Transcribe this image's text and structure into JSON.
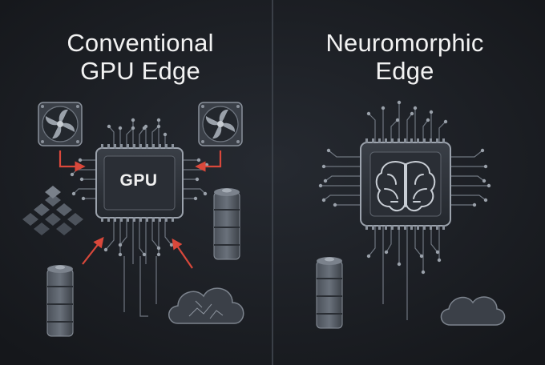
{
  "left_panel": {
    "title_line1": "Conventional",
    "title_line2": "GPU Edge",
    "chip_label": "GPU",
    "icons": [
      "fan-icon",
      "fan-icon",
      "heat-sink-blocks-icon",
      "battery-icon",
      "battery-icon",
      "cloud-icon"
    ],
    "arrow_color": "#d9483b"
  },
  "right_panel": {
    "title_line1": "Neuromorphic",
    "title_line2": "Edge",
    "chip_icon": "brain-icon",
    "icons": [
      "battery-icon",
      "cloud-icon"
    ]
  },
  "colors": {
    "background": "#1a1d22",
    "divider": "#3a3f47",
    "chip_fill": "#2b2f36",
    "trace": "#7c838d"
  }
}
